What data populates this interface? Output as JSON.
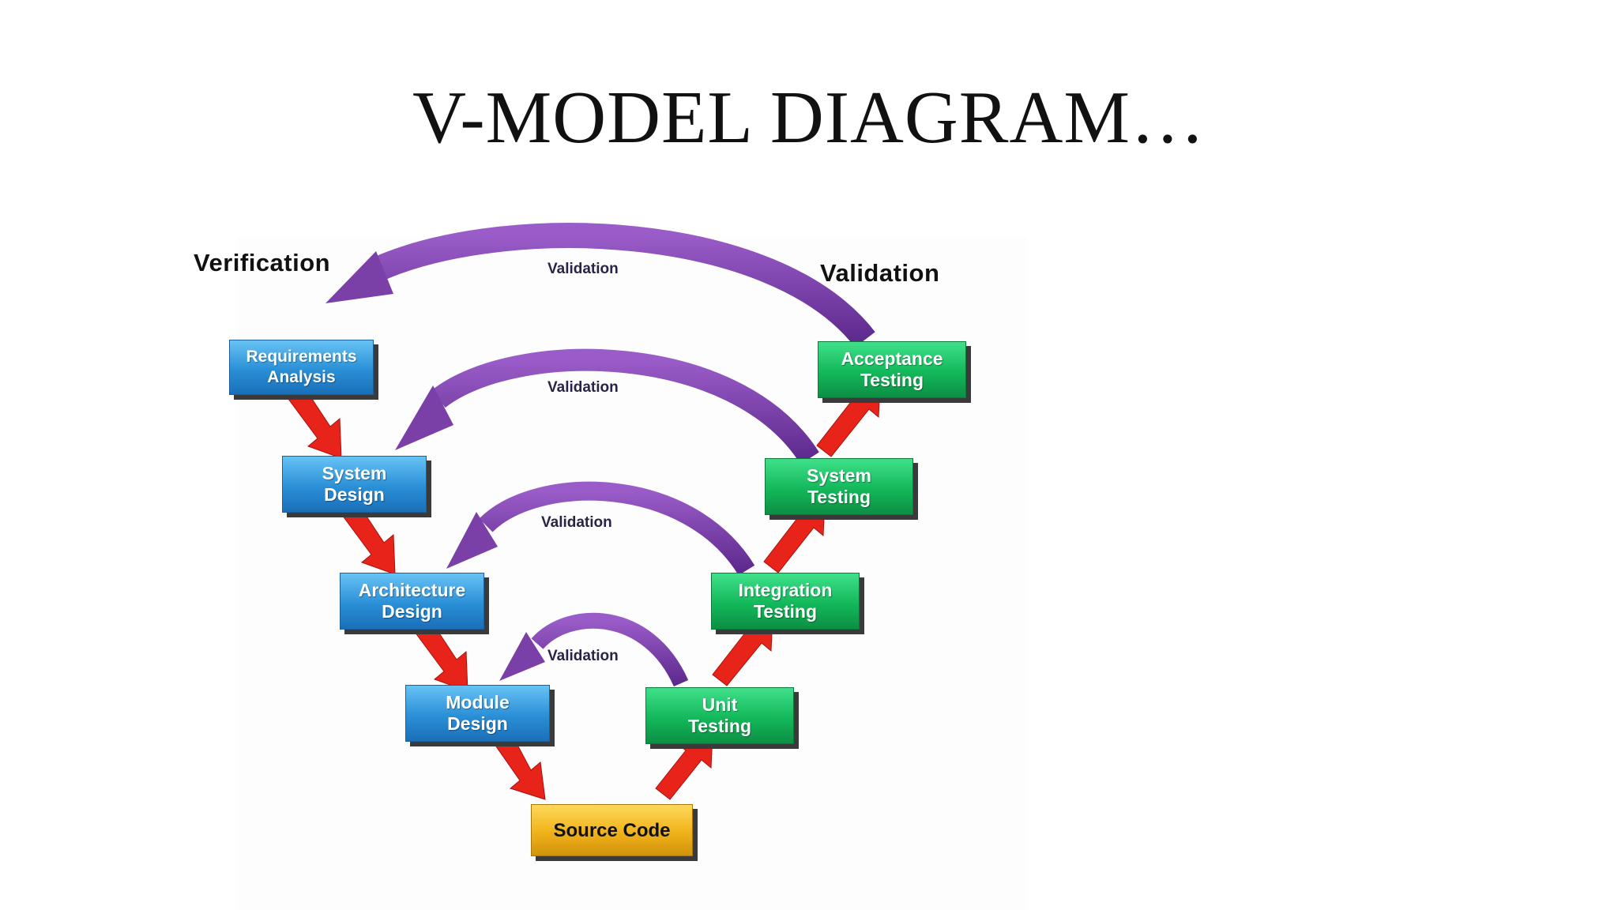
{
  "title": "V-MODEL DIAGRAM…",
  "labels": {
    "verification": "Verification",
    "validation": "Validation"
  },
  "arc_label": "Validation",
  "left_boxes": [
    {
      "line1": "Requirements",
      "line2": "Analysis"
    },
    {
      "line1": "System",
      "line2": "Design"
    },
    {
      "line1": "Architecture",
      "line2": "Design"
    },
    {
      "line1": "Module",
      "line2": "Design"
    }
  ],
  "right_boxes": [
    {
      "line1": "Acceptance",
      "line2": "Testing"
    },
    {
      "line1": "System",
      "line2": "Testing"
    },
    {
      "line1": "Integration",
      "line2": "Testing"
    },
    {
      "line1": "Unit",
      "line2": "Testing"
    }
  ],
  "bottom_box": {
    "label": "Source Code"
  },
  "colors": {
    "left_box": "#2a8fd6",
    "right_box": "#13b85a",
    "bottom_box": "#f0b21a",
    "flow_arrow": "#e8231a",
    "validation_arc": "#7b3fa8"
  }
}
